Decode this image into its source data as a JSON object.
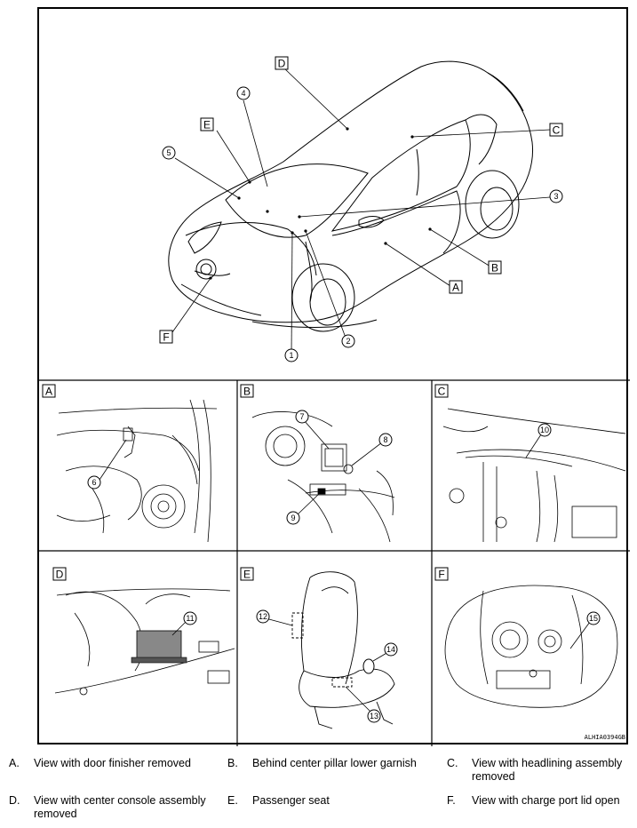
{
  "main_view": {
    "views": [
      "A",
      "B",
      "C",
      "D",
      "E",
      "F"
    ],
    "numbers": [
      "1",
      "2",
      "3",
      "4",
      "5"
    ]
  },
  "panels": [
    {
      "letter": "A",
      "numbers": [
        "6"
      ]
    },
    {
      "letter": "B",
      "numbers": [
        "7",
        "8",
        "9"
      ]
    },
    {
      "letter": "C",
      "numbers": [
        "10"
      ]
    },
    {
      "letter": "D",
      "numbers": [
        "11"
      ]
    },
    {
      "letter": "E",
      "numbers": [
        "12",
        "13",
        "14"
      ]
    },
    {
      "letter": "F",
      "numbers": [
        "15"
      ]
    }
  ],
  "figure_code": "ALHIA0394GB",
  "captions": [
    {
      "letter": "A.",
      "text": "View with door finisher removed"
    },
    {
      "letter": "B.",
      "text": "Behind center pillar lower garnish"
    },
    {
      "letter": "C.",
      "text": "View with headlining assembly removed"
    },
    {
      "letter": "D.",
      "text": "View with center console assembly removed"
    },
    {
      "letter": "E.",
      "text": "Passenger seat"
    },
    {
      "letter": "F.",
      "text": "View with charge port lid open"
    }
  ]
}
